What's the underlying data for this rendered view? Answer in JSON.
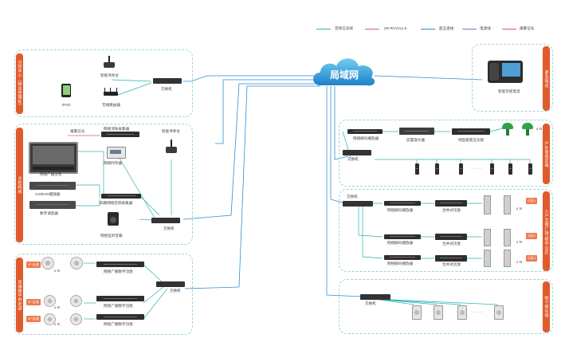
{
  "legend": [
    {
      "label": "音频信号线",
      "color": "#2bb3b3"
    },
    {
      "label": "ZR-RVV2x1.5",
      "color": "#e05a73"
    },
    {
      "label": "超五类线",
      "color": "#2b8fd6"
    },
    {
      "label": "电源线",
      "color": "#8a6fd1"
    },
    {
      "label": "报警信号",
      "color": "#e05a5a"
    }
  ],
  "cloud": {
    "label": "局域网"
  },
  "sections": {
    "branch": {
      "tab": "分控中心（物业管理处）",
      "labels": {
        "paging": "智能寻呼台",
        "switch": "交换机",
        "router": "无线路由器",
        "ipad": "IPAD"
      }
    },
    "master": {
      "tab": "主控机房",
      "labels": {
        "alarm": "报警信号",
        "fire": "网络消防采集器",
        "paging": "智能寻呼台",
        "host": "网络广播主机",
        "timer": "网络时序器",
        "cd": "CD/DVD播放器",
        "tuner": "数字调谐器",
        "collector": "四路网络音频采集器",
        "switch": "交换机",
        "monitor": "网络监听音箱"
      }
    },
    "corridor": {
      "tab": "商铺楼宇内走道",
      "zones": [
        "1F 走道",
        "2F 走道",
        "3F 走道"
      ],
      "amp": "网络广播数字功放",
      "switch": "交换机",
      "xn": "x N"
    },
    "square": {
      "tab": "户外景观区域",
      "decoder": "网络解码播放器",
      "preamp": "前置放大器",
      "amp": "纯后级变压功放",
      "switch": "交换机",
      "xn": "x N"
    },
    "tower": {
      "tab": "入户主题广场/楼宇公区",
      "switch": "交换机",
      "decoder": "网络解码播放器",
      "amp": "合并式功放",
      "zones": [
        "分区1",
        "分区2",
        "分区3"
      ],
      "xn": "x N"
    },
    "parking": {
      "tab": "地下停车场",
      "switch": "交换机"
    },
    "phone": {
      "tab": "紧急电话",
      "label": "智能可视电话"
    }
  }
}
